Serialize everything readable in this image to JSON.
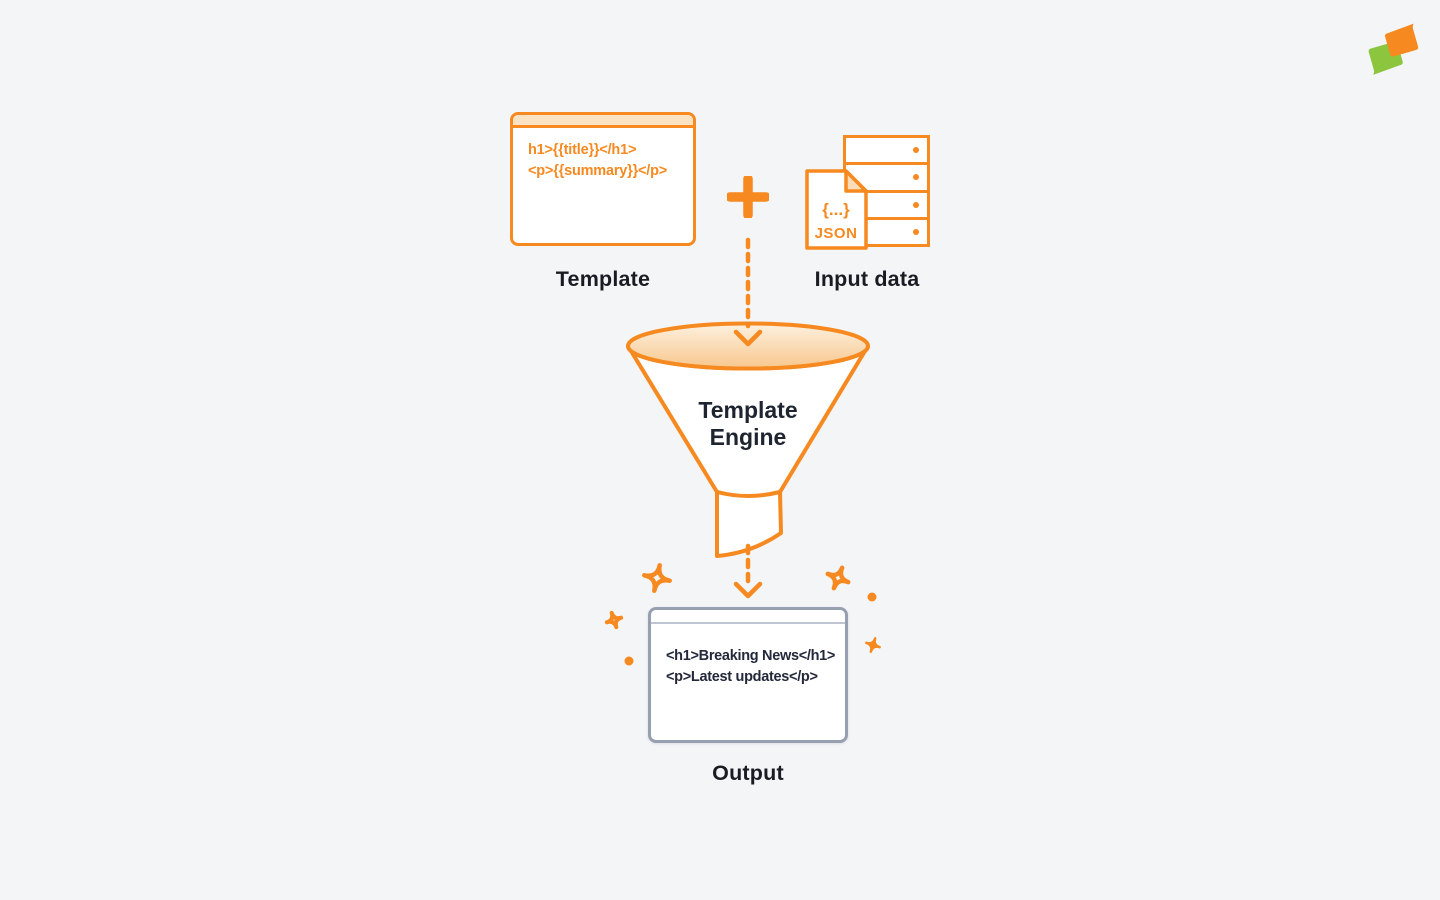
{
  "page": {
    "background": "#F4F5F7"
  },
  "colors": {
    "accent_orange": "#F6891F",
    "accent_orange_light": "#FBE2C3",
    "funnel_fill_top": "#FDEFDC",
    "funnel_fill_bottom": "#F8C78C",
    "label_dark": "#1B1B24",
    "code_dark": "#23283A",
    "output_border": "#96A0B1",
    "logo_green": "#8CC63E"
  },
  "logo": {
    "name": "brand-logo"
  },
  "template_window": {
    "code_lines": [
      "h1>{{title}}</h1>",
      "<p>{{summary}}</p>"
    ],
    "label": "Template"
  },
  "operator": {
    "plus": "+"
  },
  "input_data": {
    "file_symbol": "{...}",
    "file_label": "JSON",
    "label": "Input data"
  },
  "engine": {
    "label_line1": "Template",
    "label_line2": "Engine"
  },
  "output_window": {
    "code_lines": [
      "<h1>Breaking News</h1>",
      "<p>Latest updates</p>"
    ],
    "label": "Output"
  }
}
